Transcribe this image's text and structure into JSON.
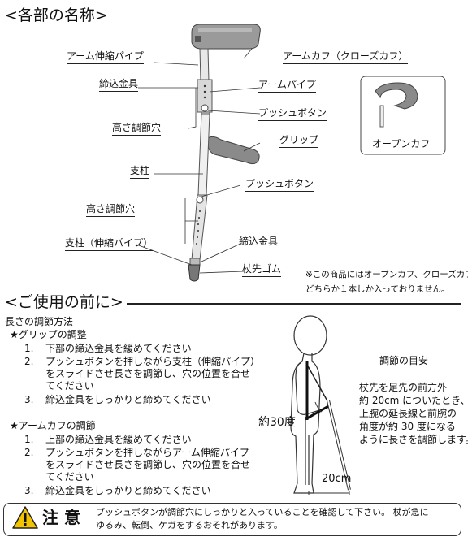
{
  "parts": {
    "title": "<各部の名称>",
    "arm_extension_pipe": "アーム伸縮パイプ",
    "clamp_top": "締込金具",
    "height_holes_top": "高さ調節穴",
    "shaft": "支柱",
    "height_holes_bottom": "高さ調節穴",
    "shaft_extension": "支柱（伸縮パイプ）",
    "arm_cuff": "アームカフ（クローズカフ）",
    "arm_pipe": "アームパイプ",
    "push_button_top": "プッシュボタン",
    "grip": "グリップ",
    "push_button_bottom": "プッシュボタン",
    "clamp_bottom": "締込金具",
    "tip_rubber": "杖先ゴム",
    "open_cuff": "オープンカフ",
    "note_line1": "※この商品にはオープンカフ、クローズカフ",
    "note_line2": "どちらか１本しか入っておりません。"
  },
  "usage": {
    "title": "<ご使用の前に>",
    "length_heading": "長さの調節方法",
    "grip_heading": "★グリップの調整",
    "grip_steps": [
      {
        "num": "1.",
        "lines": [
          "下部の締込金具を緩めてください"
        ]
      },
      {
        "num": "2.",
        "lines": [
          "プッシュボタンを押しながら支柱（伸縮パイプ）",
          "をスライドさせ長さを調節し、穴の位置を合せ",
          "てください"
        ]
      },
      {
        "num": "3.",
        "lines": [
          "締込金具をしっかりと締めてください"
        ]
      }
    ],
    "cuff_heading": "★アームカフの調節",
    "cuff_steps": [
      {
        "num": "1.",
        "lines": [
          "上部の締込金具を緩めてください"
        ]
      },
      {
        "num": "2.",
        "lines": [
          "プッシュボタンを押しながらアーム伸縮パイプ",
          "をスライドさせ長さを調節し、穴の位置を合せ",
          "てください"
        ]
      },
      {
        "num": "3.",
        "lines": [
          "締込金具をしっかりと締めてください"
        ]
      }
    ],
    "angle_label": "約30度",
    "distance_label": "20cm",
    "guide_title": "調節の目安",
    "guide_lines": [
      "杖先を足先の前方外",
      "約 20cm についたとき、",
      "上腕の延長線と前腕の",
      "角度が約 30 度になる",
      "ように長さを調節します。"
    ]
  },
  "caution": {
    "title": "注 意",
    "line1": "プッシュボタンが調節穴にしっかりと入っていることを確認して下さい。 杖が急に",
    "line2": "ゆるみ、転倒、ケガをするおそれがあります。",
    "icon": "warning-triangle-icon",
    "icon_color": "#f2c400"
  }
}
